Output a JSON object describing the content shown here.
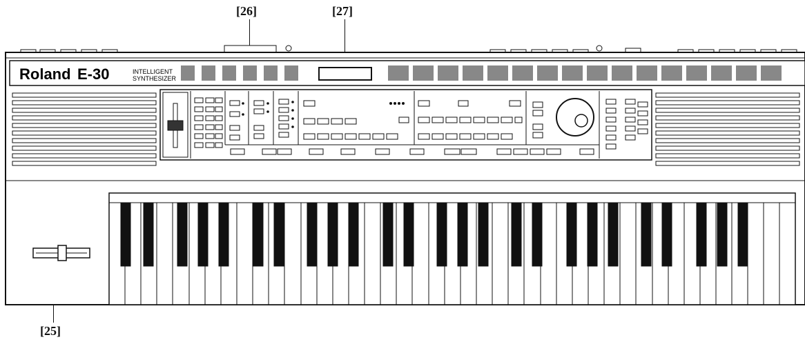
{
  "callouts": {
    "c26": "[26]",
    "c27": "[27]",
    "c25": "[25]"
  },
  "panel": {
    "brand": "Roland",
    "model": "E-30",
    "descriptor_line1": "INTELLIGENT",
    "descriptor_line2": "SYNTHESIZER"
  },
  "icons": [
    "speaker-grille-icon",
    "dial-knob-icon",
    "slider-icon",
    "pitch-bender-icon"
  ]
}
